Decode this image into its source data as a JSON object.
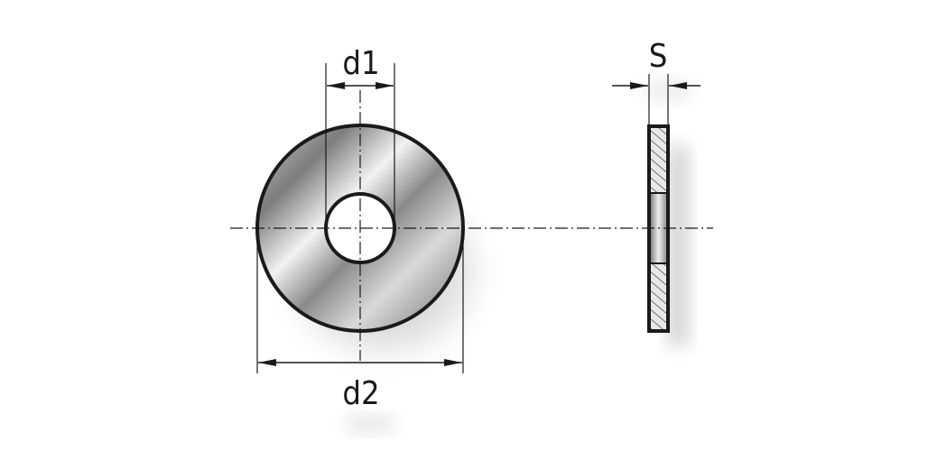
{
  "labels": {
    "inner_diameter": "d1",
    "outer_diameter": "d2",
    "thickness": "S"
  },
  "colors": {
    "outline": "#1a1a1a",
    "background": "#ffffff"
  }
}
